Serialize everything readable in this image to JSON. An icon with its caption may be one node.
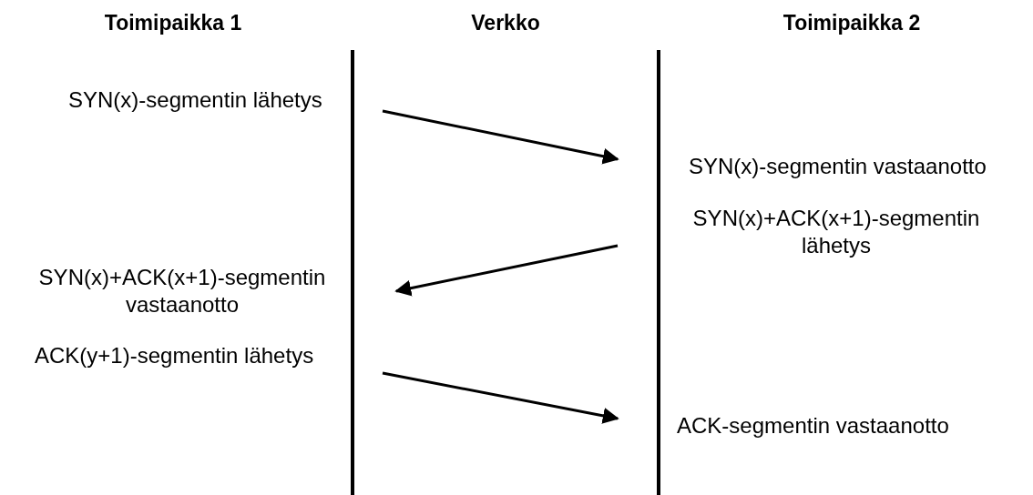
{
  "diagram": {
    "nodes": [
      {
        "text": [
          "SYN(x)-segmentin lähetys"
        ]
      },
      {
        "text": [
          "SYN(x)-segmentin vastaanotto"
        ]
      },
      {
        "text": [
          "SYN(x)+ACK(x+1)-segmentin lähetys"
        ]
      },
      {
        "text": [
          "SYN(x)+ACK(x+1)-segmentin vastaanotto"
        ]
      },
      {
        "text": [
          "ACK(y+1)-segmentin lähetys"
        ]
      },
      {
        "text": [
          "ACK-segmentin vastaanotto"
        ]
      }
    ],
    "edges": [
      {
        "from": 0,
        "to": 1,
        "arrow": "to"
      },
      {
        "from": 2,
        "to": 3,
        "arrow": "to"
      },
      {
        "from": 4,
        "to": 5,
        "arrow": "to"
      }
    ],
    "labels": [
      "Toimipaikka 1",
      "Verkko",
      "Toimipaikka 2"
    ]
  }
}
